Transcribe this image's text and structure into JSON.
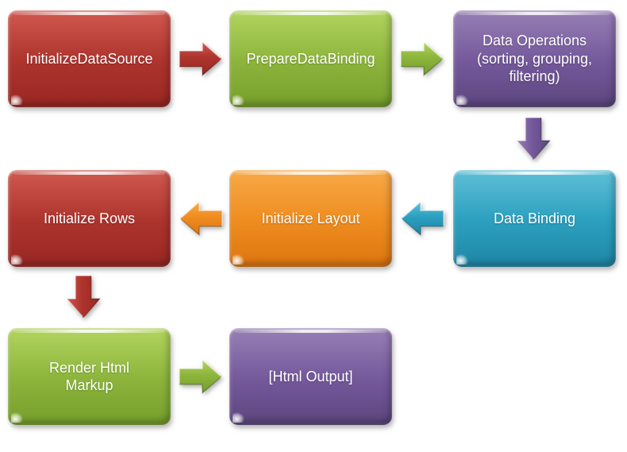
{
  "diagram": {
    "type": "flowchart",
    "background": "#FFFFFF",
    "text_color": "#FFFFFF",
    "nodes": [
      {
        "id": "initialize-data-source",
        "label": "InitializeDataSource",
        "color": "red",
        "row": 1,
        "col": 1
      },
      {
        "id": "prepare-data-binding",
        "label": "PrepareDataBinding",
        "color": "green",
        "row": 1,
        "col": 2
      },
      {
        "id": "data-operations",
        "label": "Data Operations\n(sorting, grouping,\nfiltering)",
        "color": "purple",
        "row": 1,
        "col": 3
      },
      {
        "id": "data-binding",
        "label": "Data Binding",
        "color": "teal",
        "row": 2,
        "col": 3
      },
      {
        "id": "initialize-layout",
        "label": "Initialize Layout",
        "color": "orange",
        "row": 2,
        "col": 2
      },
      {
        "id": "initialize-rows",
        "label": "Initialize Rows",
        "color": "red",
        "row": 2,
        "col": 1
      },
      {
        "id": "render-html-markup",
        "label": "Render Html\nMarkup",
        "color": "green",
        "row": 3,
        "col": 1
      },
      {
        "id": "html-output",
        "label": "[Html Output]",
        "color": "purple",
        "row": 3,
        "col": 2
      }
    ],
    "arrows": [
      {
        "from": "initialize-data-source",
        "to": "prepare-data-binding",
        "direction": "right",
        "color": "red"
      },
      {
        "from": "prepare-data-binding",
        "to": "data-operations",
        "direction": "right",
        "color": "green"
      },
      {
        "from": "data-operations",
        "to": "data-binding",
        "direction": "down",
        "color": "purple"
      },
      {
        "from": "data-binding",
        "to": "initialize-layout",
        "direction": "left",
        "color": "teal"
      },
      {
        "from": "initialize-layout",
        "to": "initialize-rows",
        "direction": "left",
        "color": "orange"
      },
      {
        "from": "initialize-rows",
        "to": "render-html-markup",
        "direction": "down",
        "color": "red"
      },
      {
        "from": "render-html-markup",
        "to": "html-output",
        "direction": "right",
        "color": "green"
      }
    ],
    "palette": {
      "red": {
        "light": "#D05950",
        "base": "#AE342E",
        "dark": "#992722"
      },
      "green": {
        "light": "#B2D55F",
        "base": "#8DB53C",
        "dark": "#759F2B"
      },
      "purple": {
        "light": "#9780B5",
        "base": "#75599C",
        "dark": "#5C467E"
      },
      "teal": {
        "light": "#5FC0D8",
        "base": "#2CA0BF",
        "dark": "#1F86A6"
      },
      "orange": {
        "light": "#F8A948",
        "base": "#EF8D20",
        "dark": "#DD7510"
      }
    }
  }
}
